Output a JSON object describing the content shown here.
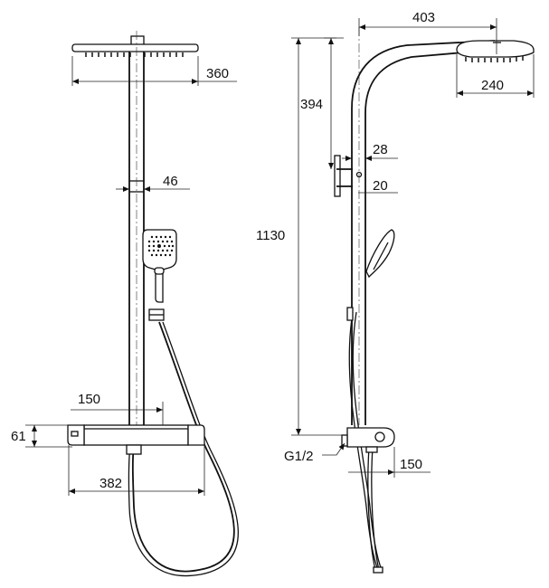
{
  "colors": {
    "line": "#111111",
    "background": "#ffffff"
  },
  "front_view": {
    "head_width": "360",
    "pipe_diameter": "46",
    "spout_offset": "150",
    "valve_height": "61",
    "valve_width": "382"
  },
  "side_view": {
    "head_reach": "403",
    "head_diameter": "240",
    "upper_height": "394",
    "bracket_offset": "28",
    "bracket_size": "20",
    "total_height": "1130",
    "inlet_thread": "G1/2",
    "valve_depth": "150"
  }
}
